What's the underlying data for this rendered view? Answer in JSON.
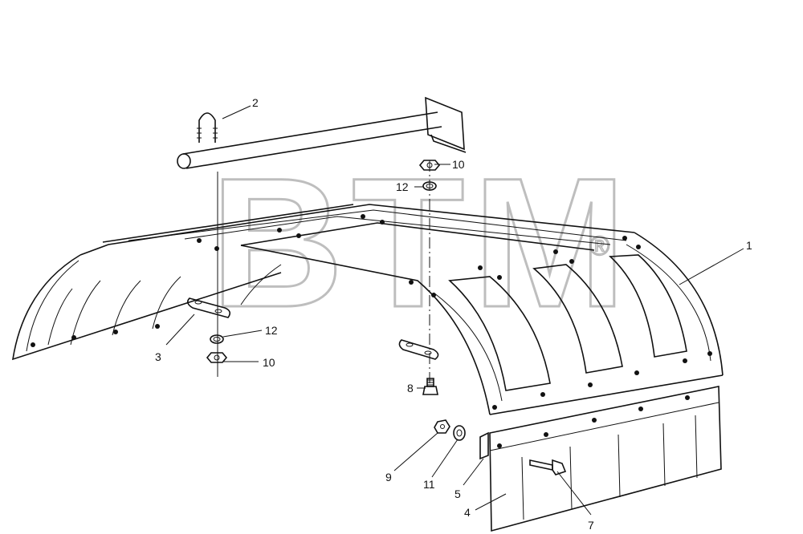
{
  "watermark": {
    "text": "BTM",
    "mark": "®"
  },
  "callouts": [
    {
      "id": "c1",
      "label": "1"
    },
    {
      "id": "c2",
      "label": "2"
    },
    {
      "id": "c3",
      "label": "3"
    },
    {
      "id": "c4",
      "label": "4"
    },
    {
      "id": "c5",
      "label": "5"
    },
    {
      "id": "c7",
      "label": "7"
    },
    {
      "id": "c8",
      "label": "8"
    },
    {
      "id": "c9",
      "label": "9"
    },
    {
      "id": "c10a",
      "label": "10"
    },
    {
      "id": "c10b",
      "label": "10"
    },
    {
      "id": "c11",
      "label": "11"
    },
    {
      "id": "c12a",
      "label": "12"
    },
    {
      "id": "c12b",
      "label": "12"
    }
  ]
}
